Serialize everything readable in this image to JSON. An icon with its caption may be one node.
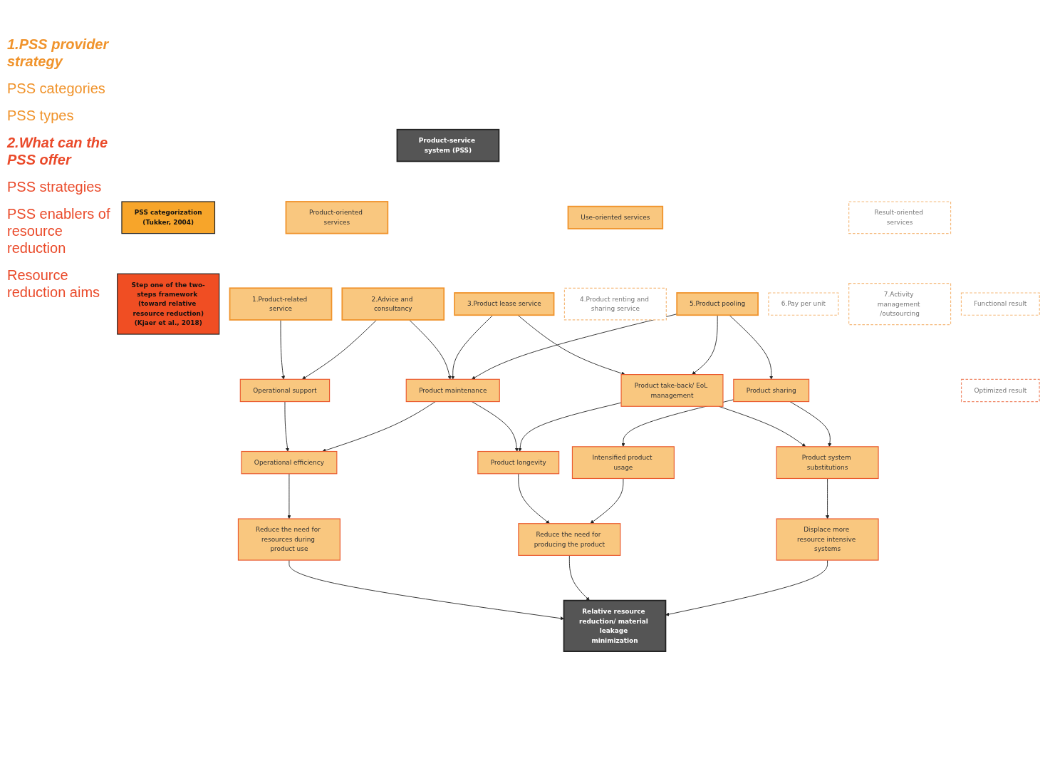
{
  "diagram": {
    "nodes": [
      {
        "text": [
          "Product-service system (PSS)"
        ]
      },
      {
        "text": [
          "PSS categorization",
          "(Tukker, 2004)"
        ]
      },
      {
        "text": [
          "Step one of the two-steps framework (toward relative resource reduction)",
          "(Kjaer et al., 2018)"
        ]
      },
      {
        "text": [
          "Product-oriented services"
        ]
      },
      {
        "text": [
          "Use-oriented services"
        ]
      },
      {
        "text": [
          "Result-oriented services"
        ]
      },
      {
        "text": [
          "1.Product-related service"
        ]
      },
      {
        "text": [
          "2.Advice and consultancy"
        ]
      },
      {
        "text": [
          "3.Product lease service"
        ]
      },
      {
        "text": [
          "4.Product renting and sharing service"
        ]
      },
      {
        "text": [
          "5.Product pooling"
        ]
      },
      {
        "text": [
          "6.Pay per unit"
        ]
      },
      {
        "text": [
          "7.Activity management /outsourcing"
        ]
      },
      {
        "text": [
          "Functional result"
        ]
      },
      {
        "text": [
          "Operational support"
        ]
      },
      {
        "text": [
          "Product maintenance"
        ]
      },
      {
        "text": [
          "Product take-back/ EoL management"
        ]
      },
      {
        "text": [
          "Product sharing"
        ]
      },
      {
        "text": [
          "Optimized result"
        ]
      },
      {
        "text": [
          "Operational efficiency"
        ]
      },
      {
        "text": [
          "Product longevity"
        ]
      },
      {
        "text": [
          "Intensified product usage"
        ]
      },
      {
        "text": [
          "Product system substitutions"
        ]
      },
      {
        "text": [
          "Reduce the need for resources during product use"
        ]
      },
      {
        "text": [
          "Reduce the need for producing the product"
        ]
      },
      {
        "text": [
          "Displace more resource intensive systems"
        ]
      },
      {
        "text": [
          "Relative resource reduction/ material leakage minimization"
        ]
      }
    ],
    "edges": [
      {
        "from": 6,
        "to": 14,
        "arrow": "to"
      },
      {
        "from": 7,
        "to": 14,
        "arrow": "to"
      },
      {
        "from": 7,
        "to": 15,
        "arrow": "to"
      },
      {
        "from": 8,
        "to": 15,
        "arrow": "to"
      },
      {
        "from": 8,
        "to": 16,
        "arrow": "to"
      },
      {
        "from": 10,
        "to": 15,
        "arrow": "to"
      },
      {
        "from": 10,
        "to": 16,
        "arrow": "to"
      },
      {
        "from": 10,
        "to": 17,
        "arrow": "to"
      },
      {
        "from": 14,
        "to": 19,
        "arrow": "to"
      },
      {
        "from": 15,
        "to": 19,
        "arrow": "to"
      },
      {
        "from": 15,
        "to": 20,
        "arrow": "to"
      },
      {
        "from": 16,
        "to": 20,
        "arrow": "to"
      },
      {
        "from": 16,
        "to": 22,
        "arrow": "to"
      },
      {
        "from": 17,
        "to": 21,
        "arrow": "to"
      },
      {
        "from": 17,
        "to": 22,
        "arrow": "to"
      },
      {
        "from": 19,
        "to": 23,
        "arrow": "to"
      },
      {
        "from": 20,
        "to": 24,
        "arrow": "to"
      },
      {
        "from": 21,
        "to": 24,
        "arrow": "to"
      },
      {
        "from": 22,
        "to": 25,
        "arrow": "to"
      },
      {
        "from": 23,
        "to": 26,
        "arrow": "to"
      },
      {
        "from": 24,
        "to": 26,
        "arrow": "to"
      },
      {
        "from": 25,
        "to": 26,
        "arrow": "to"
      }
    ],
    "labels": [
      "1.PSS provider strategy",
      "PSS categories",
      "PSS types",
      "2.What can the PSS offer",
      "PSS strategies",
      "PSS enablers of resource reduction",
      "Resource reduction aims"
    ]
  }
}
